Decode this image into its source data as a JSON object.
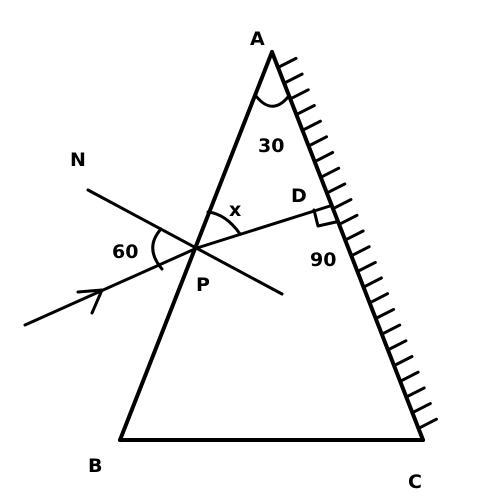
{
  "diagram": {
    "vertices": {
      "a": "A",
      "b": "B",
      "c": "C",
      "d": "D",
      "p": "P",
      "n": "N"
    },
    "angles": {
      "apex": "30",
      "incidence": "60",
      "refraction": "x",
      "right_angle": "90"
    },
    "colors": {
      "ink": "#000000",
      "background": "#ffffff"
    }
  }
}
